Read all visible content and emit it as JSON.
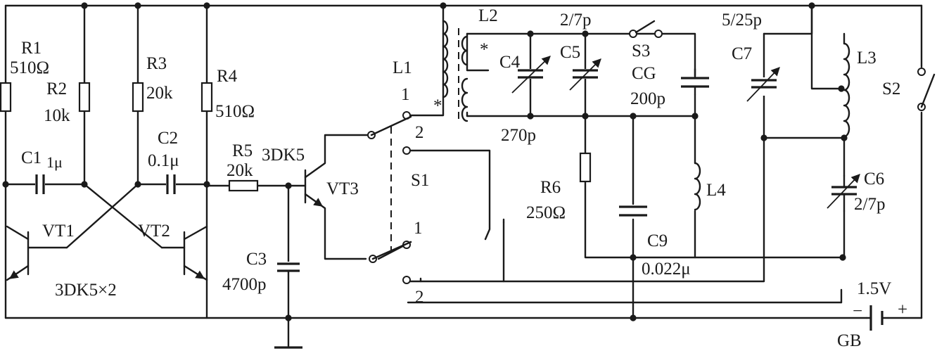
{
  "labels": {
    "R1": "R1",
    "R1_val": "510Ω",
    "R2": "R2",
    "R2_val": "10k",
    "R3": "R3",
    "R3_val": "20k",
    "R4": "R4",
    "R4_val": "510Ω",
    "C1": "C1",
    "C1_val": "1μ",
    "C2": "C2",
    "C2_val": "0.1μ",
    "R5": "R5",
    "R5_val": "20k",
    "VT1": "VT1",
    "VT2": "VT2",
    "VT12_type": "3DK5×2",
    "VT3_type": "3DK5",
    "VT3": "VT3",
    "C3": "C3",
    "C3_val": "4700p",
    "L1": "L1",
    "L2": "L2",
    "S1": "S1",
    "sw_1a": "1",
    "sw_2a": "2",
    "sw_1b": "1",
    "sw_2b": "2",
    "C4": "C4",
    "C4_val": "270p",
    "C5": "C5",
    "C5_val": "2/7p",
    "S3": "S3",
    "CG": "CG",
    "CG_val": "200p",
    "R6": "R6",
    "R6_val": "250Ω",
    "C9": "C9",
    "C9_val": "0.022μ",
    "L4": "L4",
    "C7": "C7",
    "C7_val": "5/25p",
    "L3": "L3",
    "C6": "C6",
    "C6_val": "2/7p",
    "S2": "S2",
    "GB_val": "1.5V",
    "GB": "GB",
    "minus": "−",
    "plus": "+",
    "star": "*"
  }
}
